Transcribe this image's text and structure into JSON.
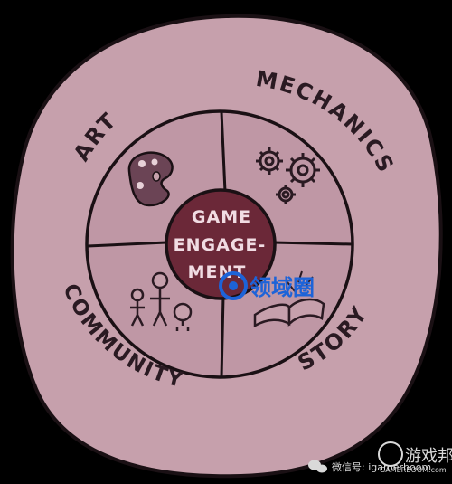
{
  "diagram": {
    "center": {
      "lines": [
        "GAME",
        "ENGAGE-",
        "MENT"
      ]
    },
    "labels": {
      "art": "ART",
      "mechanics": "MECHANICS",
      "community": "COMMUNITY",
      "story": "STORY"
    },
    "icons": {
      "art": "palette-icon",
      "mechanics": "gears-icon",
      "community": "people-icon",
      "story": "open-book-icon"
    },
    "colors": {
      "background": "#000000",
      "blob": "#c6a0ac",
      "ring": "#bf97a5",
      "ink": "#2a1a22",
      "center": "#6b2838",
      "center_text": "#f1dce3"
    }
  },
  "watermarks": {
    "logo_text": "领域圈",
    "logo_icon": "circle-logo-icon",
    "footer_cn": "游戏邦",
    "footer_site": "GAMERBOOM.com",
    "footer_wechat": "微信号: igamerboom",
    "wechat_icon": "wechat-icon"
  }
}
